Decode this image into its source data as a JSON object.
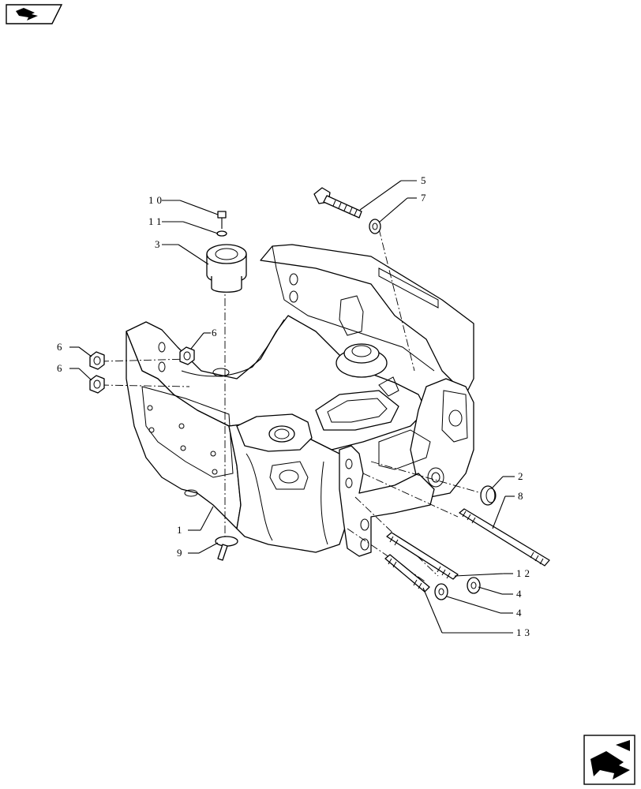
{
  "callouts": [
    {
      "id": "c1",
      "text": "1"
    },
    {
      "id": "c2",
      "text": "2"
    },
    {
      "id": "c3",
      "text": "3"
    },
    {
      "id": "c4a",
      "text": "4"
    },
    {
      "id": "c4b",
      "text": "4"
    },
    {
      "id": "c5",
      "text": "5"
    },
    {
      "id": "c6a",
      "text": "6"
    },
    {
      "id": "c6b",
      "text": "6"
    },
    {
      "id": "c6c",
      "text": "6"
    },
    {
      "id": "c7",
      "text": "7"
    },
    {
      "id": "c8",
      "text": "8"
    },
    {
      "id": "c9",
      "text": "9"
    },
    {
      "id": "c10",
      "text": "10"
    },
    {
      "id": "c11",
      "text": "11"
    },
    {
      "id": "c12",
      "text": "12"
    },
    {
      "id": "c13",
      "text": "13"
    }
  ],
  "icons": {
    "top_nav": "previous-page-arrow-icon",
    "bottom_nav": "next-page-arrow-icon"
  }
}
